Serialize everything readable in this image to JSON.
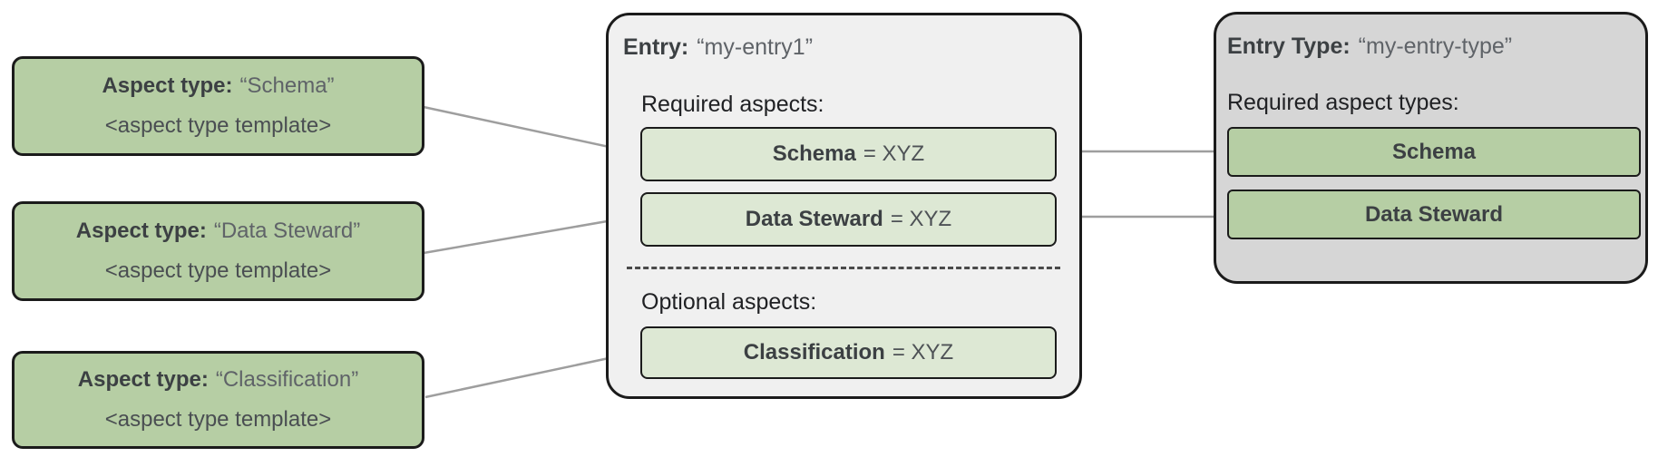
{
  "colors": {
    "card_green": "#b6cea4",
    "row_green": "#dde8d4",
    "entry_bg": "#f0f0f0",
    "entry_type_bg": "#d6d6d6",
    "border": "#1b1b1b",
    "connector": "#9e9e9e",
    "text_dark": "#3c4043",
    "text_gray": "#5f6368"
  },
  "aspect_type_cards": [
    {
      "label": "Aspect type:",
      "name": "“Schema”",
      "template": "<aspect type template>"
    },
    {
      "label": "Aspect type:",
      "name": "“Data Steward”",
      "template": "<aspect type template>"
    },
    {
      "label": "Aspect type:",
      "name": "“Classification”",
      "template": "<aspect type template>"
    }
  ],
  "entry_card": {
    "title_label": "Entry:",
    "title_value": "“my-entry1”",
    "required_label": "Required aspects:",
    "required_aspects": [
      {
        "name": "Schema",
        "value": "= XYZ"
      },
      {
        "name": "Data Steward",
        "value": "= XYZ"
      }
    ],
    "optional_label": "Optional aspects:",
    "optional_aspects": [
      {
        "name": "Classification",
        "value": "= XYZ"
      }
    ]
  },
  "entry_type_card": {
    "title_label": "Entry Type:",
    "title_value": "“my-entry-type”",
    "required_label": "Required aspect types:",
    "aspect_types": [
      {
        "name": "Schema"
      },
      {
        "name": "Data Steward"
      }
    ]
  },
  "connections": [
    {
      "from": "aspect-type-card-schema",
      "to": "required-aspect-schema"
    },
    {
      "from": "aspect-type-card-data-steward",
      "to": "required-aspect-data-steward"
    },
    {
      "from": "aspect-type-card-classification",
      "to": "optional-aspect-classification"
    },
    {
      "from": "required-aspect-schema",
      "to": "required-aspect-type-schema"
    },
    {
      "from": "required-aspect-data-steward",
      "to": "required-aspect-type-data-steward"
    }
  ]
}
